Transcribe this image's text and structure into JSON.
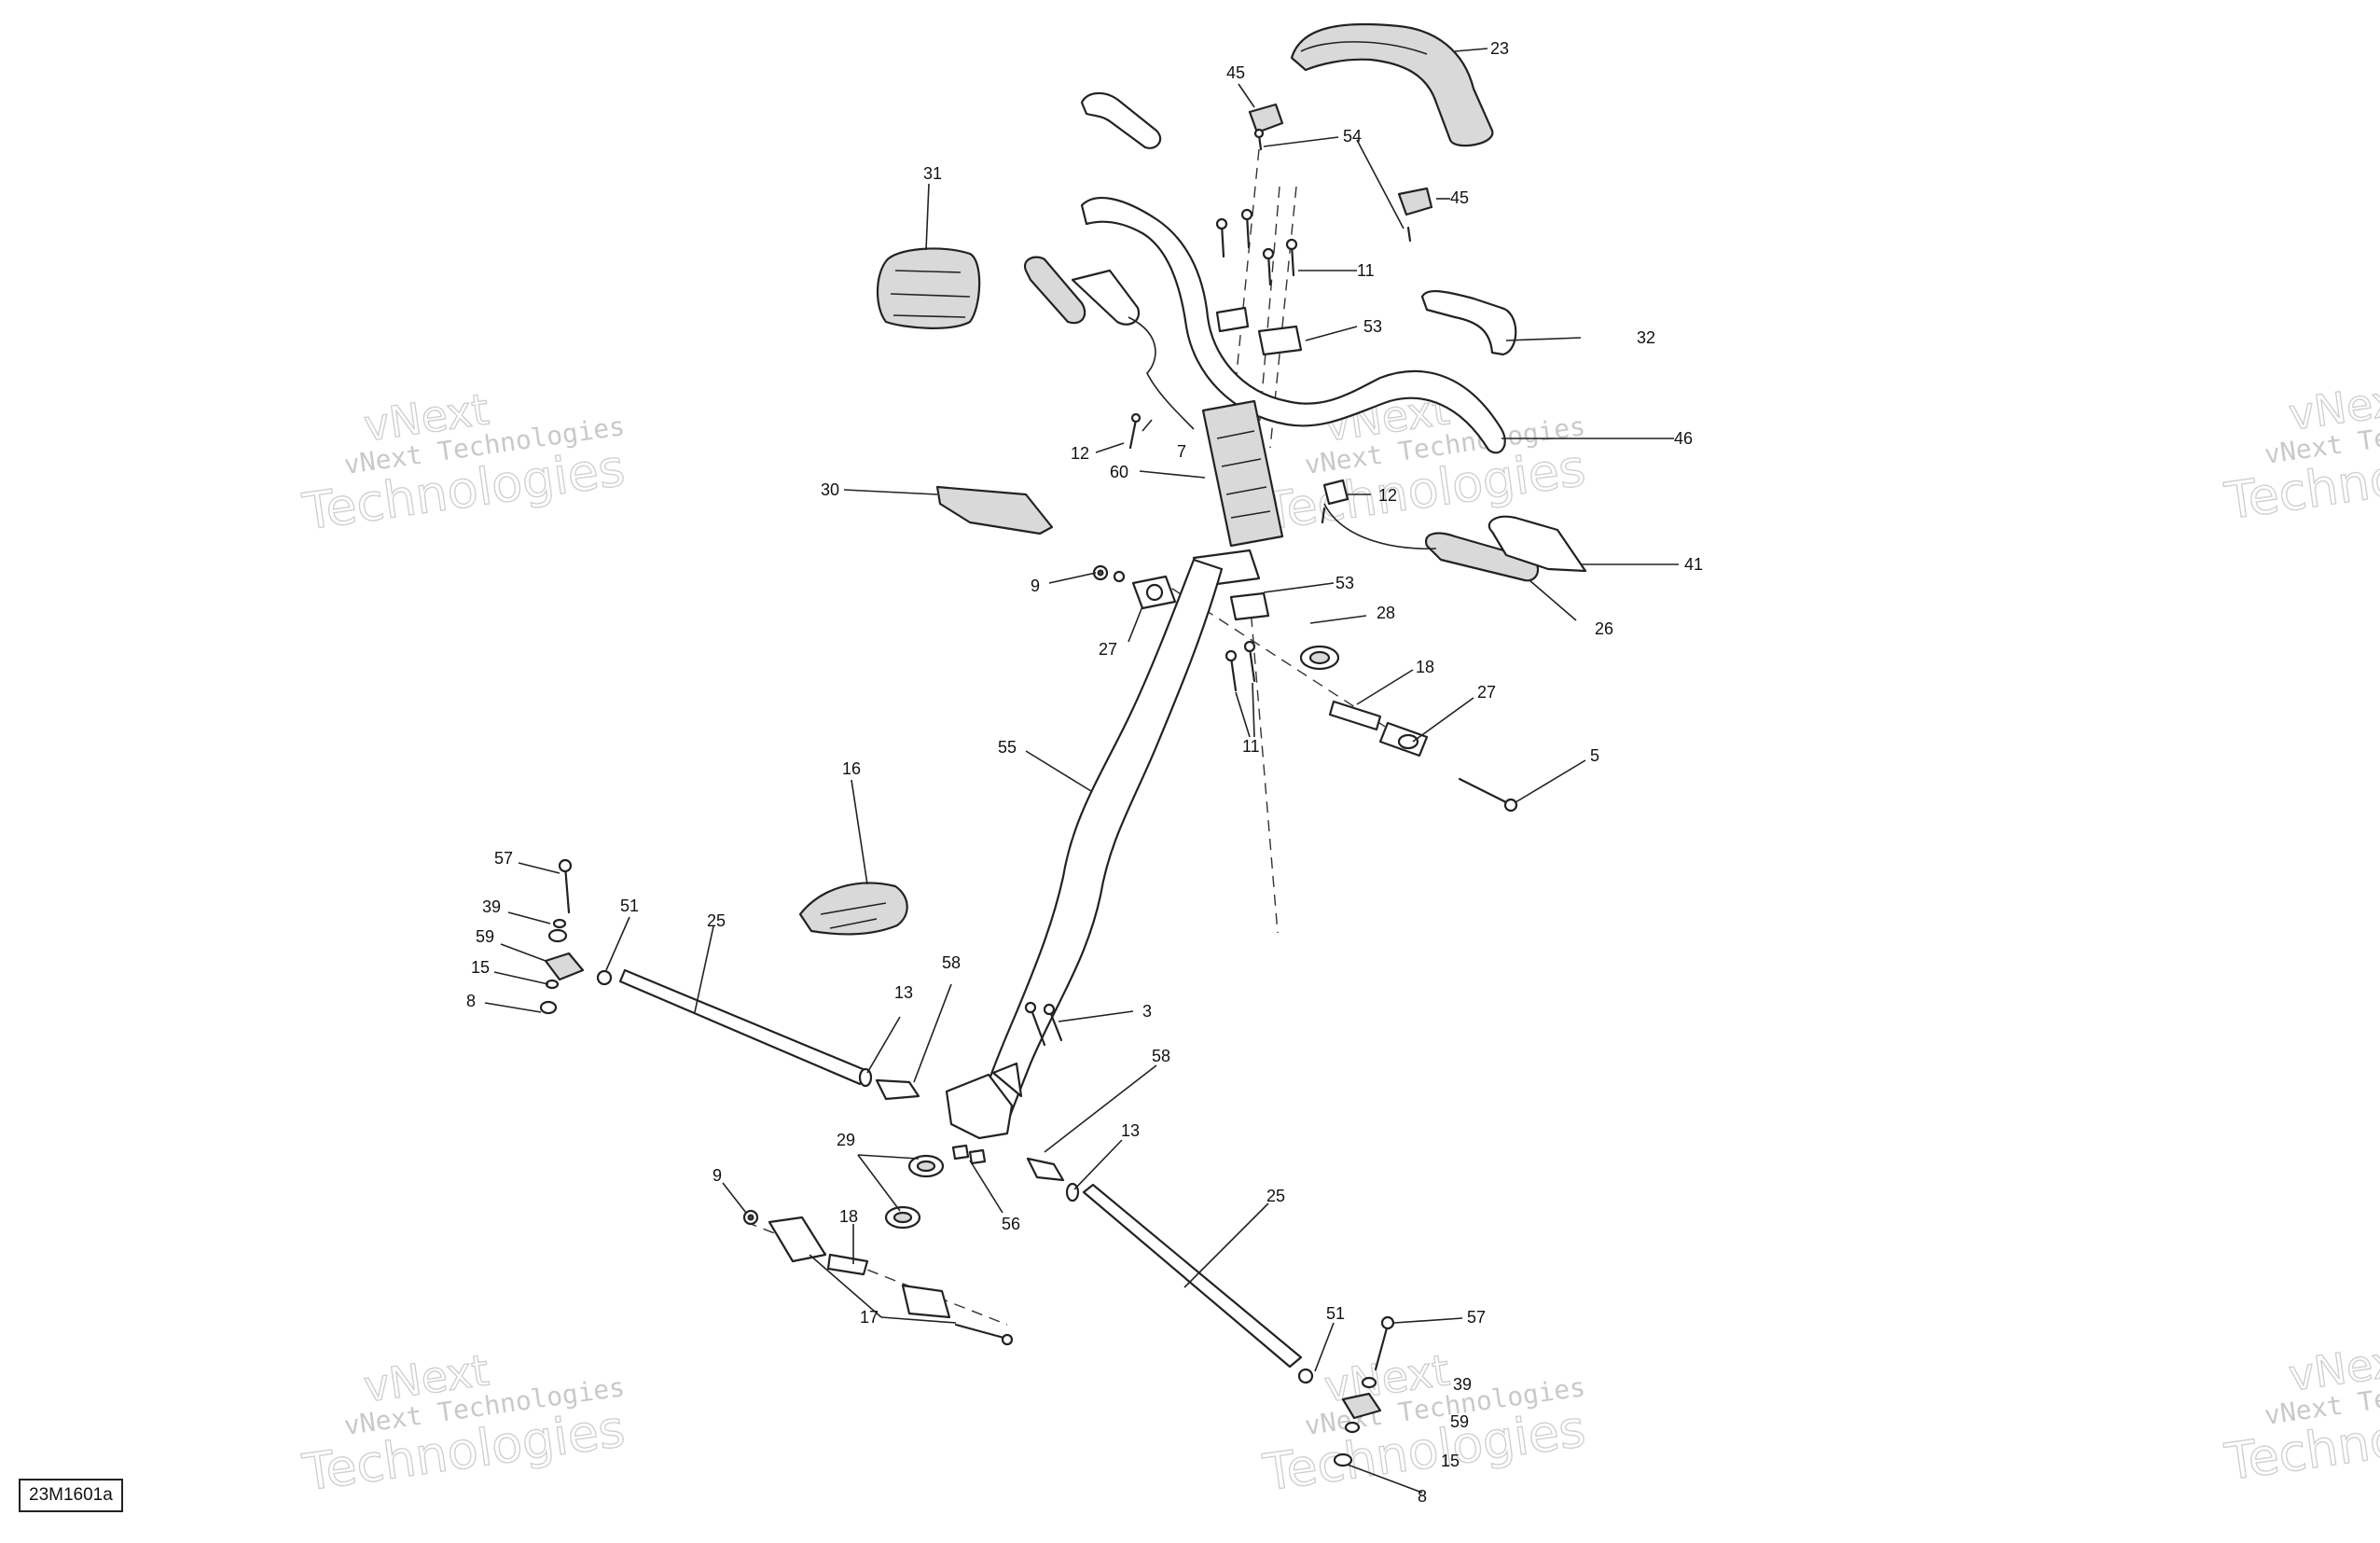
{
  "diagram_ref": "23M1601a",
  "watermark": {
    "line1": "vNext",
    "line2": "vNext Technologies",
    "line3": "Technologies"
  },
  "callouts": {
    "c23": "23",
    "c45a": "45",
    "c54": "54",
    "c45b": "45",
    "c31": "31",
    "c11a": "11",
    "c53a": "53",
    "c32": "32",
    "c7": "7",
    "c12a": "12",
    "c46": "46",
    "c60": "60",
    "c30": "30",
    "c12b": "12",
    "c41": "41",
    "c9a": "9",
    "c53b": "53",
    "c26": "26",
    "c28": "28",
    "c27a": "27",
    "c18a": "18",
    "c27b": "27",
    "c11b": "11",
    "c55": "55",
    "c5": "5",
    "c16": "16",
    "c57a": "57",
    "c39a": "39",
    "c51a": "51",
    "c25a": "25",
    "c59a": "59",
    "c58a": "58",
    "c15a": "15",
    "c13a": "13",
    "c8a": "8",
    "c3": "3",
    "c58b": "58",
    "c29": "29",
    "c13b": "13",
    "c9b": "9",
    "c18b": "18",
    "c56": "56",
    "c25b": "25",
    "c17": "17",
    "c51b": "51",
    "c57b": "57",
    "c39b": "39",
    "c59b": "59",
    "c15b": "15",
    "c8b": "8"
  }
}
